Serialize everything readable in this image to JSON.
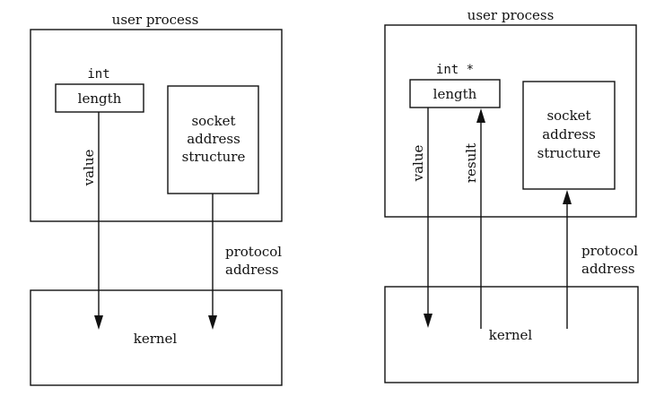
{
  "left_panel": {
    "user_process_label": "user process",
    "type_label": "int",
    "length_label": "length",
    "socket_line1": "socket",
    "socket_line2": "address",
    "socket_line3": "structure",
    "value_label": "value",
    "protocol_line1": "protocol",
    "protocol_line2": "address",
    "kernel_label": "kernel"
  },
  "right_panel": {
    "user_process_label": "user process",
    "type_label": "int *",
    "length_label": "length",
    "socket_line1": "socket",
    "socket_line2": "address",
    "socket_line3": "structure",
    "value_label": "value",
    "result_label": "result",
    "protocol_line1": "protocol",
    "protocol_line2": "address",
    "kernel_label": "kernel"
  }
}
